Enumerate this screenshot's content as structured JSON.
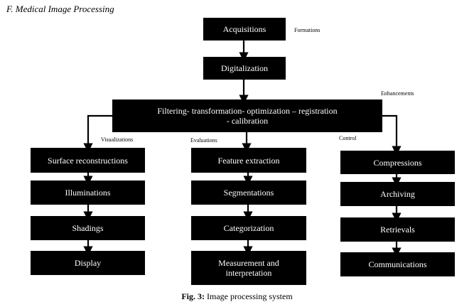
{
  "heading": "F.  Medical Image Processing",
  "boxes": {
    "acquisitions": "Acquisitions",
    "digitalization": "Digitalization",
    "filtering": "Filtering-   transformation- optimization – registration - calibration",
    "surface": "Surface reconstructions",
    "illuminations": "Illuminations",
    "shadings": "Shadings",
    "display": "Display",
    "feature": "Feature extraction",
    "segmentations": "Segmentations",
    "categorization": "Categorization",
    "measurement": "Measurement and interpretation",
    "compressions": "Compressions",
    "archiving": "Archiving",
    "retrievals": "Retrievals",
    "communications": "Communications"
  },
  "notes": {
    "formations": "Formations",
    "enhancements": "Enhancements",
    "visualizations": "Visualizations",
    "evaluations": "Evaluations",
    "control": "Control"
  },
  "caption": {
    "label": "Fig. 3:",
    "text": " Image processing system"
  }
}
